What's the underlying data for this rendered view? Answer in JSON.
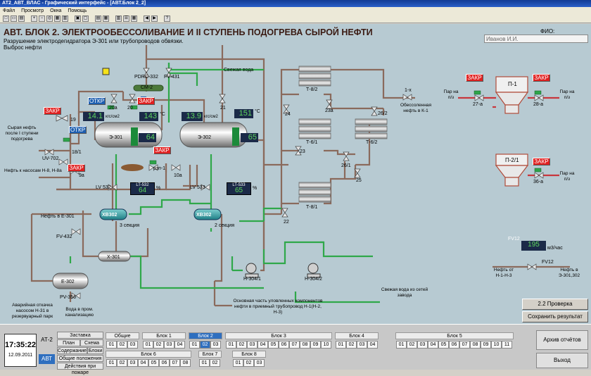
{
  "window": {
    "title": "АТ2_АВТ_ВЛАС - Графический интерфейс - [АВТ.Блок 2_2]"
  },
  "menu": [
    "Файл",
    "Просмотр",
    "Окна",
    "Помощь"
  ],
  "heading": "АВТ. БЛОК 2. ЭЛЕКТРООБЕССОЛИВАНИЕ И II СТУПЕНЬ ПОДОГРЕВА СЫРОЙ НЕФТИ",
  "messages": [
    "Разрушение электродегидратора Э-301 или трубопроводов обвязки.",
    "Выброс нефти"
  ],
  "fio": {
    "label": "ФИО:",
    "value": "Иванов И.И."
  },
  "labels": {
    "pdrc": "PDRC-332",
    "fv431": "FV-431",
    "cm2": "СМ-2",
    "fresh_water": "Свежая вода",
    "e301": "Э-301",
    "e302": "Э-302",
    "l19": "19",
    "l20a": "20а",
    "l20": "20",
    "l21": "21",
    "l181": "18/1",
    "l9a": "9а",
    "l10a": "10а",
    "uv702": "UV-702",
    "raw_oil": "Сырая нефть после I ступени подогрева",
    "oil_pumps": "Нефть к насосам Н-8, Н-8а",
    "rzp1": "рзп-1",
    "lv532": "LV 532",
    "lv533": "LV 533",
    "lt532": "LT-532",
    "lt533": "LT-533",
    "hv302a": "ХВ302",
    "hv302b": "ХВ302",
    "sec3": "3 секция",
    "sec2": "2 секция",
    "to_e301": "Нефть в Е-301",
    "fv432": "FV-432",
    "x301": "Х-301",
    "e302_tank": "Е-302",
    "pv356": "PV-356",
    "emergency": "Аварийная откачка насосом Н-31 в резервуарный парк",
    "water_sewer": "Вода в пром. канализацию",
    "main_part": "Основная часть уловленных компонентов нефти в приемный трубопровод Н-1(Н-2, Н-3)",
    "fresh_water_net": "Свежая вода из сетей завода",
    "h3041": "Н-304/1",
    "h3042": "Н-304/2",
    "t82": "Т-8/2",
    "t61": "Т-6/1",
    "t62": "Т-6/2",
    "t81": "Т-8/1",
    "l24": "24",
    "l23a": "23а",
    "l23": "23",
    "l26_2": "26/2",
    "l26_1": "26/1",
    "l25": "25",
    "l22": "22",
    "l1x": "1-х",
    "desalted": "Обессоленная нефть в К-1",
    "p1": "П-1",
    "p21": "П-2/1",
    "steam": "Пар на п/з",
    "l27a": "27-а",
    "l28a": "28-а",
    "l36a": "36-а",
    "fv12": "FV12",
    "m3": "м3/час",
    "oil_from": "Нефть от Н-1-Н-3",
    "oil_to": "Нефть в Э-301,302",
    "fv12_2": "FV12"
  },
  "states": {
    "otkr1": "ОТКР",
    "zakr1": "ЗАКР",
    "zakr2": "ЗАКР",
    "otkr2": "ОТКР",
    "zakr3": "ЗАКР",
    "zakr4": "ЗАКР",
    "zakr5": "ЗАКР",
    "zakr6": "ЗАКР",
    "zakr7": "ЗАКР"
  },
  "readings": {
    "e301_pressure": "14.1",
    "e301_temp": "143",
    "e301_level": "64",
    "e302_pressure": "13.9",
    "e302_temp": "151",
    "e302_level": "65",
    "unit_p": "кгс/см2",
    "unit_c": "°С",
    "unit_pct": "%",
    "lt532": "64",
    "lt533": "65",
    "fv12": "195"
  },
  "side_buttons": {
    "check": "2.2 Проверка",
    "save": "Сохранить результат",
    "archive": "Архив отчётов",
    "exit": "Выход"
  },
  "bottom": {
    "time": "17:35:22",
    "date": "12.09.2011",
    "at2": "АТ-2",
    "avt": "АВТ",
    "nav": [
      "Заставка",
      "План",
      "Схема",
      "Содержание",
      "Блоки",
      "Общие положения",
      "Действия при пожаре"
    ],
    "groups": [
      {
        "name": "Общие",
        "items": [
          "01",
          "02",
          "03"
        ]
      },
      {
        "name": "Блок 1",
        "items": [
          "01",
          "02",
          "03",
          "04"
        ]
      },
      {
        "name": "Блок 2",
        "items": [
          "01",
          "02",
          "03"
        ],
        "active": "02"
      },
      {
        "name": "Блок 3",
        "items": [
          "01",
          "02",
          "03",
          "04",
          "05",
          "06",
          "07",
          "08",
          "09",
          "10"
        ]
      },
      {
        "name": "Блок 4",
        "items": [
          "01",
          "02",
          "03",
          "04"
        ]
      },
      {
        "name": "Блок 5",
        "items": [
          "01",
          "02",
          "03",
          "04",
          "05",
          "06",
          "07",
          "08",
          "09",
          "10",
          "11"
        ]
      },
      {
        "name": "Блок 6",
        "items": [
          "01",
          "02",
          "03",
          "04",
          "05",
          "06",
          "07",
          "08"
        ]
      },
      {
        "name": "Блок 7",
        "items": [
          "01",
          "02"
        ]
      },
      {
        "name": "Блок 8",
        "items": [
          "01",
          "02",
          "03"
        ]
      }
    ]
  },
  "colors": {
    "oil": "#8a6a5c",
    "water": "#2fa84a",
    "steam": "#c8373d",
    "bg": "#b7cad2",
    "state_red": "#e02020",
    "state_blue": "#1e5fb0",
    "display": "#1b2a48"
  }
}
